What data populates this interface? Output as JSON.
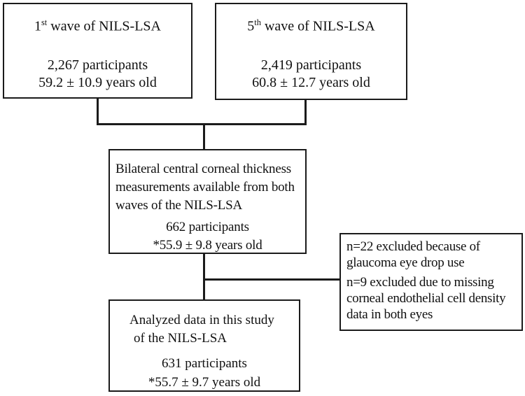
{
  "boxes": {
    "wave1": {
      "title_num": "1",
      "title_sup": "st",
      "title_rest": " wave of NILS-LSA",
      "participants": "2,267 participants",
      "age": "59.2 ± 10.9 years old"
    },
    "wave5": {
      "title_num": "5",
      "title_sup": "th",
      "title_rest": " wave of NILS-LSA",
      "participants": "2,419 participants",
      "age": "60.8 ± 12.7 years old"
    },
    "combined": {
      "desc_lines": [
        "Bilateral central corneal thickness",
        "measurements available from both",
        "waves of the NILS-LSA"
      ],
      "participants": "662 participants",
      "age": "*55.9 ± 9.8 years old"
    },
    "excluded": {
      "item1_lines": [
        "n=22 excluded because of",
        "glaucoma eye drop use"
      ],
      "item2_lines": [
        "n=9 excluded due to missing",
        "corneal endothelial cell density",
        "data in both eyes"
      ]
    },
    "analyzed": {
      "desc_lines": [
        "Analyzed data in this study",
        "of the NILS-LSA"
      ],
      "participants": "631 participants",
      "age": "*55.7 ± 9.7 years old"
    }
  },
  "colors": {
    "line": "#1b1b1b",
    "text": "#101010",
    "background": "#ffffff"
  }
}
